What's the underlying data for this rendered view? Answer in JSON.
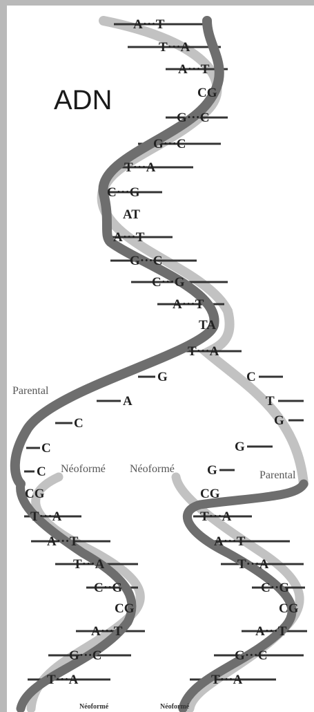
{
  "title": "ADN",
  "labels": {
    "parental_left": "Parental",
    "parental_right": "Parental",
    "neoforme_left": "Néoformé",
    "neoforme_right": "Néoformé",
    "bottom_left": "Néoformé",
    "bottom_right": "Néoformé"
  },
  "colors": {
    "dark_strand": "#6e6e6e",
    "light_strand": "#c2c2c2",
    "text": "#222222",
    "frame": "#b9b9b9"
  },
  "top_pairs": [
    "A···T",
    "T···A",
    "A···T",
    "CG",
    "G···C",
    "G···C",
    "T···A",
    "C···G",
    "AT",
    "A···T",
    "G···C",
    "C···G",
    "A···T",
    "TA",
    "T···A"
  ],
  "fork_left_bases": [
    "G",
    "A",
    "C",
    "C",
    "C"
  ],
  "fork_right_bases": [
    "C",
    "T",
    "G",
    "G",
    "G"
  ],
  "left_pairs": [
    "CG",
    "T···A",
    "A···T",
    "T···A",
    "C··G",
    "CG",
    "A···T",
    "G···C",
    "T···A"
  ],
  "right_pairs": [
    "CG",
    "T···A",
    "A···T",
    "T···A",
    "C··G",
    "CG",
    "A···T",
    "G···C",
    "T···A"
  ]
}
